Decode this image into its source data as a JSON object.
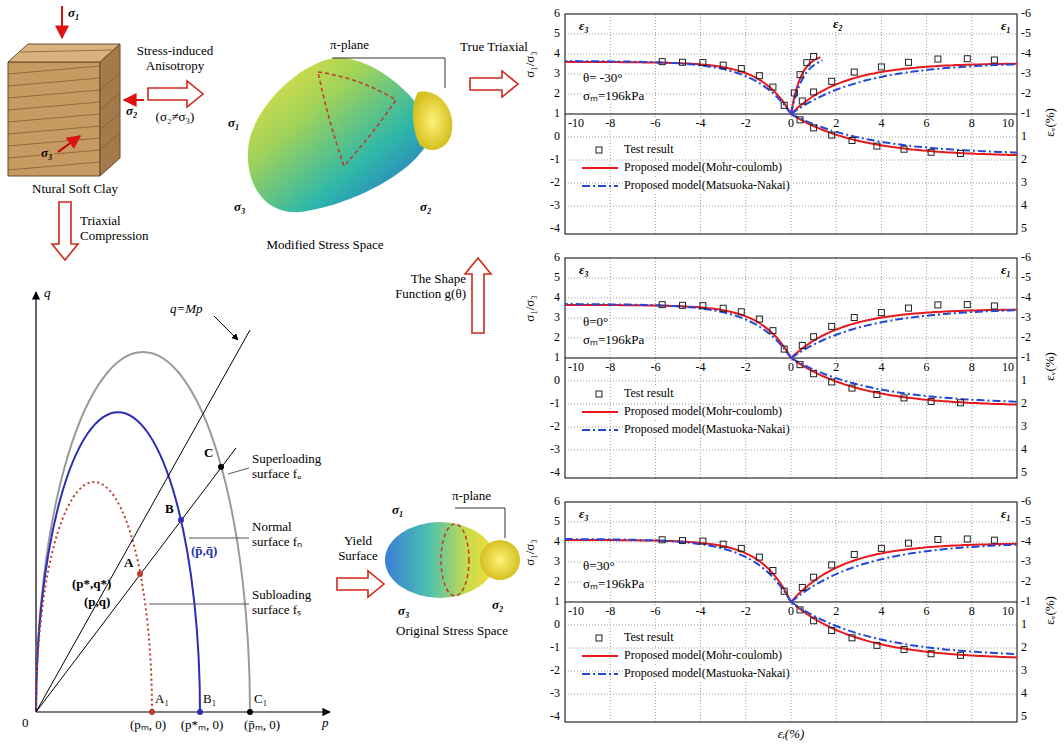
{
  "diagram": {
    "nodes": [
      {
        "text": [
          "σ₁",
          "σ₂",
          "σ₃",
          "Ntural Soft Clay"
        ]
      },
      {
        "text": [
          "π-plane",
          "σ₁",
          "σ₃",
          "σ₂",
          "Modified Stress Space"
        ]
      },
      {
        "text": [
          "6",
          "5",
          "4",
          "3",
          "2",
          "1",
          "0",
          "-1",
          "-2",
          "-3",
          "-4",
          "-6",
          "-5",
          "-4",
          "-3",
          "-2",
          "-1",
          "1",
          "2",
          "3",
          "4",
          "5",
          "-10",
          "-8",
          "-6",
          "-4",
          "-2",
          "0",
          "2",
          "4",
          "6",
          "8",
          "10",
          "σ₁/σ₃",
          "εᵥ(%)",
          "ε₃",
          "ε₁",
          "θ= -30°",
          "σₘ=196kPa",
          "ε₂"
        ]
      },
      {
        "text": [
          "6",
          "5",
          "4",
          "3",
          "2",
          "1",
          "0",
          "-1",
          "-2",
          "-3",
          "-4",
          "-6",
          "-5",
          "-4",
          "-3",
          "-2",
          "-1",
          "1",
          "2",
          "3",
          "4",
          "5",
          "-10",
          "-8",
          "-6",
          "-4",
          "-2",
          "0",
          "2",
          "4",
          "6",
          "8",
          "10",
          "σ₁/σ₃",
          "εᵥ(%)",
          "ε₃",
          "ε₁",
          "θ=0°",
          "σₘ=196kPa"
        ]
      },
      {
        "text": [
          "6",
          "5",
          "4",
          "3",
          "2",
          "1",
          "0",
          "-1",
          "-2",
          "-3",
          "-4",
          "-6",
          "-5",
          "-4",
          "-3",
          "-2",
          "-1",
          "1",
          "2",
          "3",
          "4",
          "5",
          "-10",
          "-8",
          "-6",
          "-4",
          "-2",
          "0",
          "2",
          "4",
          "6",
          "8",
          "10",
          "σ₁/σ₃",
          "εᵥ(%)",
          "ε₃",
          "ε₁",
          "θ=30°",
          "σₘ=196kPa"
        ]
      },
      {
        "text": [
          "q",
          "q=Mp",
          "Superloading surface fᵤ",
          "C",
          "Normal surface fₙ",
          "B",
          "(p̄,q̄)",
          "A",
          "(p*,q*)",
          "Subloading surface fₛ",
          "(p,q)",
          "0",
          "A₁",
          "B₁",
          "C₁",
          "p",
          "(pₘ, 0)",
          "(p*ₘ, 0)",
          "(p̄ₘ, 0)"
        ]
      },
      {
        "text": [
          "π-plane",
          "σ₁",
          "σ₃",
          "σ₂",
          "Original Stress Space"
        ]
      }
    ],
    "edges": [
      {
        "from": 0,
        "to": 1,
        "arrow": "to",
        "label": "Stress-induced Anisotropy"
      },
      {
        "from": 1,
        "to": 2,
        "arrow": "to",
        "label": "True Triaxial"
      },
      {
        "from": 0,
        "to": 5,
        "arrow": "to",
        "label": "Triaxial Compression"
      },
      {
        "from": 5,
        "to": 6,
        "arrow": "to",
        "label": "Yield Surface"
      },
      {
        "from": 6,
        "to": 1,
        "arrow": "to",
        "label": "The Shape Function g(θ)"
      }
    ],
    "labels": [
      "(σ₂≠σ₃)",
      "εᵢ(%)"
    ],
    "legend": [
      {
        "text": "Test result"
      },
      {
        "text": "Proposed model(Mohr-coulomb)"
      },
      {
        "text": "Proposed model(Matsuoka-Nakai)"
      },
      {
        "text": "Test result"
      },
      {
        "text": "Proposed model(Mohr-coulomb)"
      },
      {
        "text": "Proposed model(Mastuoka-Nakai)"
      },
      {
        "text": "Test result"
      },
      {
        "text": "Proposed model(Mohr-coulomb)"
      },
      {
        "text": "Proposed model(Mastuoka-Nakai)"
      }
    ]
  }
}
